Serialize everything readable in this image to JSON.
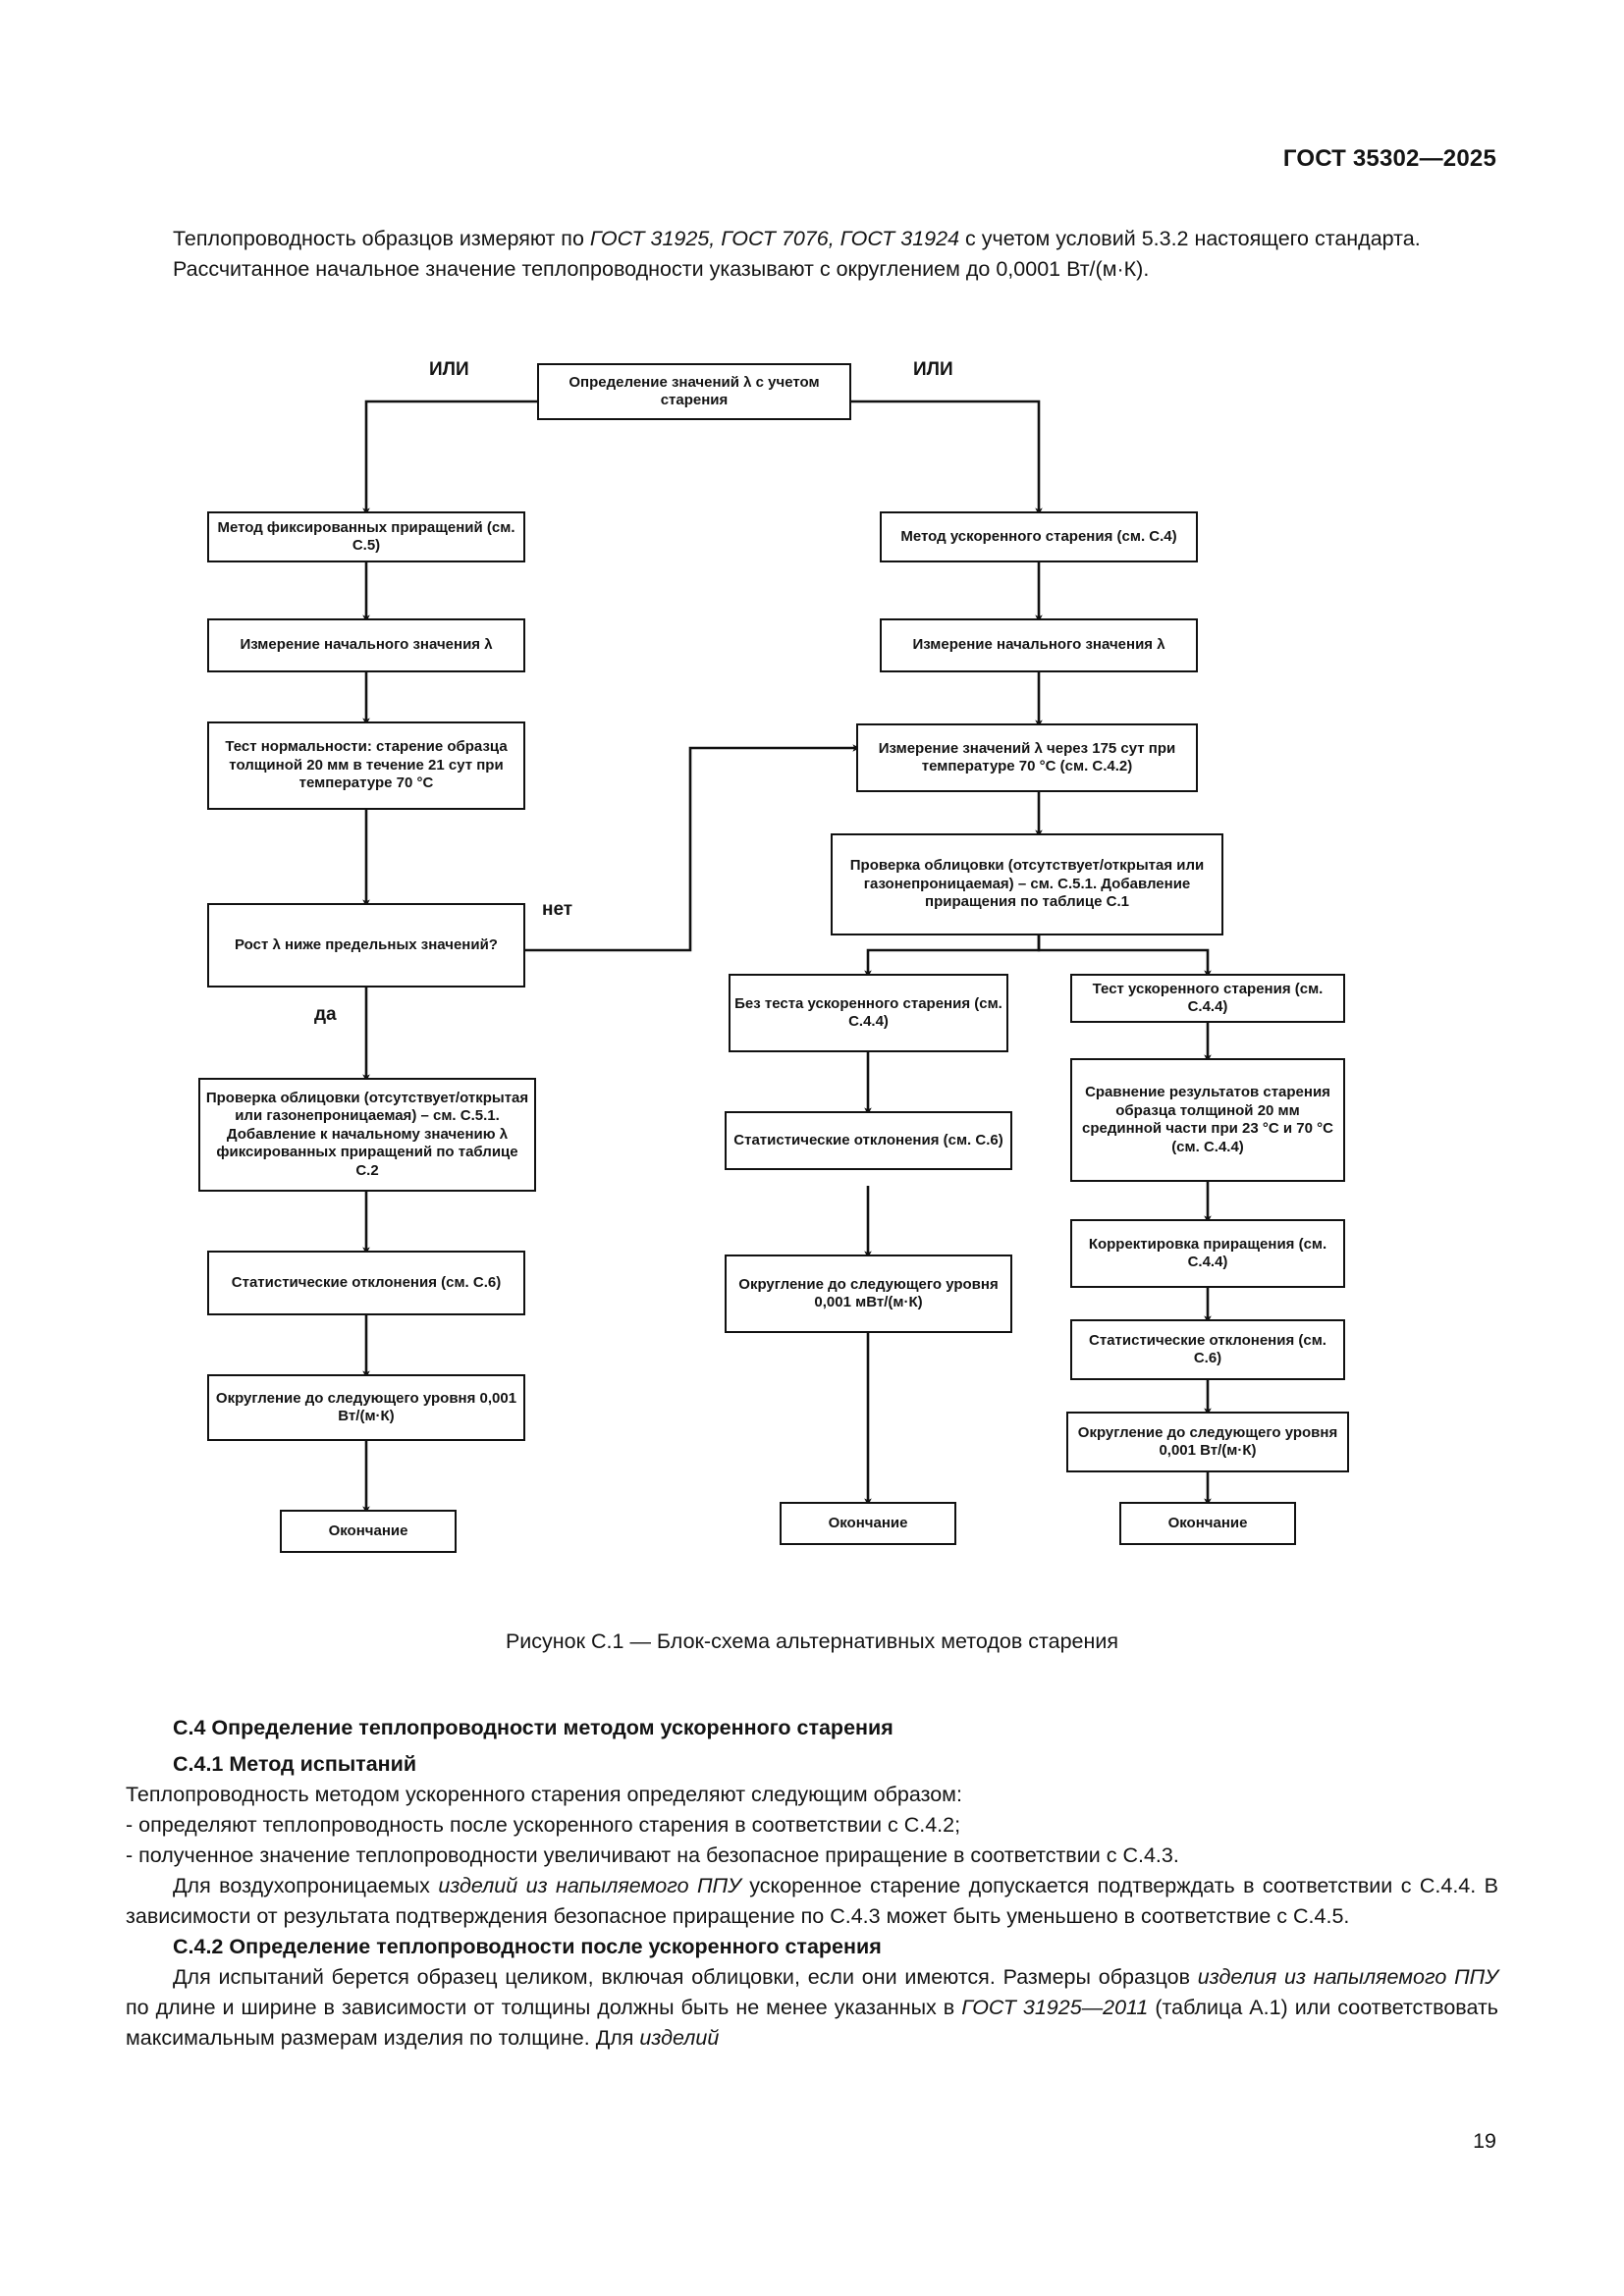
{
  "header": {
    "standard": "ГОСТ 35302—2025"
  },
  "page_number": "19",
  "intro": {
    "p1": "Теплопроводность образцов измеряют по ",
    "p1_italic": "ГОСТ 31925, ГОСТ 7076, ГОСТ 31924",
    "p1_tail": " с учетом условий 5.3.2 настоящего стандарта.",
    "p2": "Рассчитанное начальное значение теплопроводности указывают с округлением до 0,0001 Вт/(м·К)."
  },
  "figure": {
    "caption": "Рисунок С.1 — Блок-схема альтернативных методов старения",
    "labels": {
      "or_left": "ИЛИ",
      "or_right": "ИЛИ",
      "no": "нет",
      "yes": "да"
    },
    "boxes": {
      "start": "Определение значений λ с учетом старения",
      "l1": "Метод фиксированных приращений (см. С.5)",
      "l2": "Измерение начального значения λ",
      "l3": "Тест нормальности: старение образца толщиной 20 мм в течение 21 сут при температуре 70 °С",
      "l4": "Рост λ ниже предельных значений?",
      "l5": "Проверка облицовки (отсутствует/открытая или газонепроницаемая) – см. С.5.1. Добавление к начальному значению λ фиксированных приращений по таблице С.2",
      "l6": "Статистические отклонения (см. С.6)",
      "l7": "Округление до следующего уровня 0,001 Вт/(м·К)",
      "l8": "Окончание",
      "r1": "Метод ускоренного старения (см. С.4)",
      "r2": "Измерение начального значения λ",
      "r3": "Измерение значений λ через 175 сут при температуре 70 °С (см. С.4.2)",
      "r4": "Проверка облицовки (отсутствует/открытая или газонепроницаемая) – см. С.5.1. Добавление приращения по таблице С.1",
      "m1": "Без теста ускоренного старения (см. С.4.4)",
      "m2": "Статистические отклонения (см. С.6)",
      "m3": "Округление до следующего уровня 0,001 мВт/(м·К)",
      "m4": "Окончание",
      "rr1": "Тест ускоренного старения (см. С.4.4)",
      "rr2": "Сравнение результатов старения образца толщиной 20 мм срединной части при 23 °С и 70 °С (см. С.4.4)",
      "rr3": "Корректировка приращения (см. С.4.4)",
      "rr4": "Статистические отклонения (см. С.6)",
      "rr5": "Округление до следующего уровня 0,001 Вт/(м·К)",
      "rr6": "Окончание"
    }
  },
  "section_c4": {
    "h1": "С.4 Определение теплопроводности методом ускоренного старения",
    "h2": "С.4.1 Метод испытаний",
    "p1": "Теплопроводность методом ускоренного старения определяют следующим образом:",
    "b1": "-  определяют теплопроводность после ускоренного старения в соответствии с С.4.2;",
    "b2": "-  полученное значение теплопроводности увеличивают на безопасное приращение в соответствии с С.4.3.",
    "p2_a": "Для воздухопроницаемых ",
    "p2_it": "изделий из напыляемого ППУ",
    "p2_b": " ускоренное старение допускается подтверждать в соответствии с С.4.4. В зависимости от результата подтверждения безопасное приращение по С.4.3 может быть уменьшено в соответствие с С.4.5.",
    "h3": "С.4.2 Определение теплопроводности после ускоренного старения",
    "p3_a": "Для испытаний берется образец целиком, включая облицовки, если они имеются. Размеры образцов ",
    "p3_it1": "изделия из напыляемого ППУ",
    "p3_b": " по длине и ширине в зависимости от толщины должны быть не менее указанных в ",
    "p3_it2": "ГОСТ 31925—2011",
    "p3_c": " (таблица А.1) или соответствовать максимальным размерам изделия по толщине. Для ",
    "p3_it3": "изделий"
  }
}
